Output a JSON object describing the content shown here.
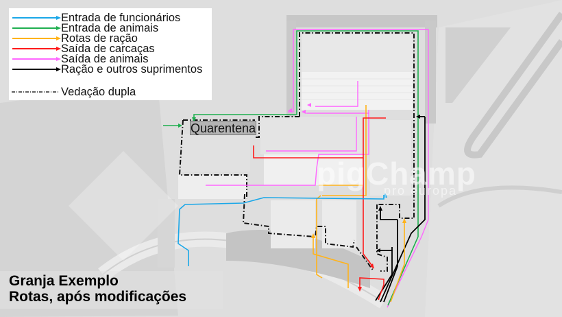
{
  "legend": {
    "items": [
      {
        "label": "Entrada de funcionários",
        "color": "#1aa7e8",
        "style": "arrow"
      },
      {
        "label": "Entrada de animais",
        "color": "#1fae4f",
        "style": "arrow"
      },
      {
        "label": "Rotas de ração",
        "color": "#ffb31a",
        "style": "arrow"
      },
      {
        "label": "Saída de carcaças",
        "color": "#ff1a1a",
        "style": "arrow"
      },
      {
        "label": "Saída de animais",
        "color": "#ff66ff",
        "style": "arrow"
      },
      {
        "label": "Ração e outros suprimentos",
        "color": "#000000",
        "style": "arrow"
      }
    ],
    "fence": {
      "label": "Vedação dupla",
      "color": "#000000",
      "style": "dash-dot"
    }
  },
  "map": {
    "quarantine_label": "Quarentena",
    "watermark": {
      "brand": "pigChamp",
      "sub": "pro europa"
    }
  },
  "title": {
    "line1": "Granja Exemplo",
    "line2": "Rotas, após  modificações"
  }
}
